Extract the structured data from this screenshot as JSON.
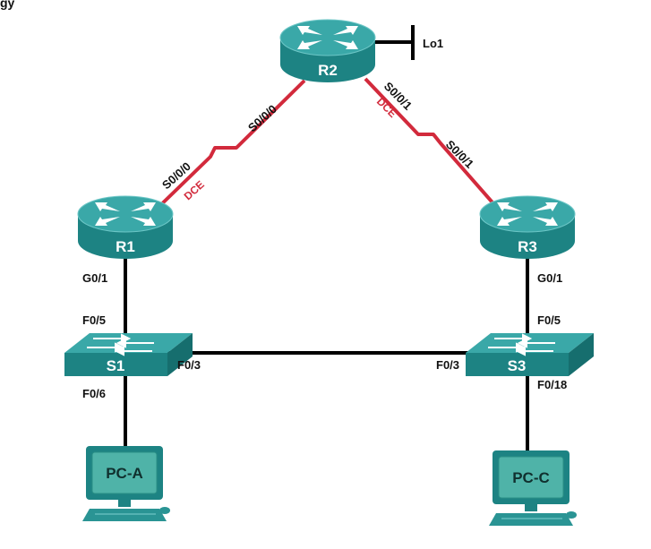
{
  "header_fragment": "gy",
  "devices": {
    "r1": "R1",
    "r2": "R2",
    "r3": "R3",
    "s1": "S1",
    "s3": "S3",
    "pca": "PC-A",
    "pcc": "PC-C"
  },
  "loopback": "Lo1",
  "interfaces": {
    "r1_s0": "S0/0/0",
    "r2_s0": "S0/0/0",
    "r2_s1": "S0/0/1",
    "r3_s1": "S0/0/1",
    "r1_g": "G0/1",
    "r3_g": "G0/1",
    "s1_f05": "F0/5",
    "s1_f03": "F0/3",
    "s1_f06": "F0/6",
    "s3_f05": "F0/5",
    "s3_f03": "F0/3",
    "s3_f018": "F0/18"
  },
  "dce": {
    "r1": "DCE",
    "r2": "DCE"
  },
  "colors": {
    "device_teal": "#1f8a8a",
    "device_top": "#35a8a8",
    "serial_link": "#d22a3c",
    "ethernet_link": "#000000",
    "pc_screen": "#4fb3a8"
  }
}
